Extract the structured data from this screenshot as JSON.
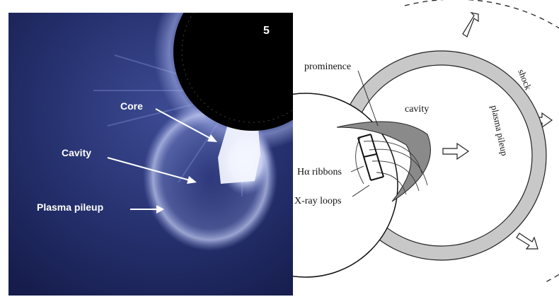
{
  "photo": {
    "corner_mark": "5",
    "labels": {
      "core": "Core",
      "cavity": "Cavity",
      "pileup": "Plasma pileup"
    }
  },
  "schematic": {
    "labels": {
      "prominence": "prominence",
      "cavity": "cavity",
      "shock": "shock",
      "pileup": "plasma pileup",
      "ribbons": "Hα ribbons",
      "xray": "X-ray loops"
    }
  },
  "colors": {
    "photo_bg": "#1f2a63",
    "occulter": "#000000",
    "pileup_band": "#c8c8c8",
    "prominence_fill": "#8a8a8a"
  }
}
